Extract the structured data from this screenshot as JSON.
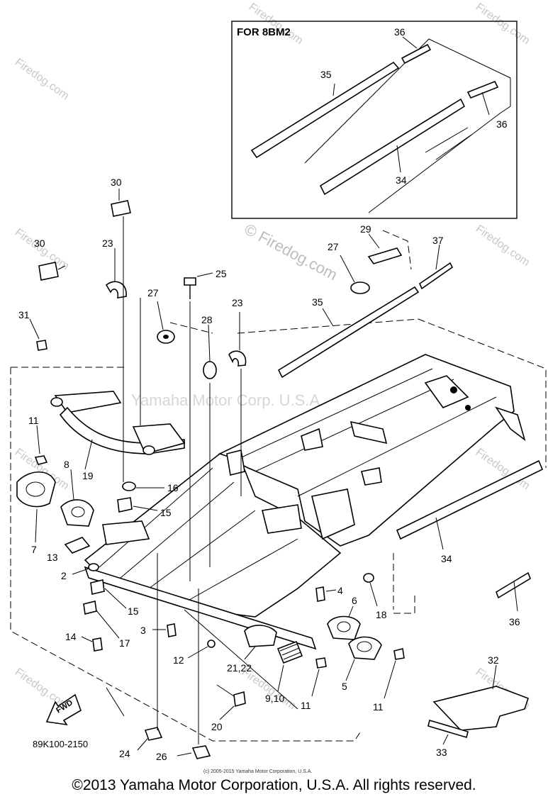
{
  "inset": {
    "title": "FOR 8BM2"
  },
  "callouts": [
    {
      "id": "c36a",
      "label": "36"
    },
    {
      "id": "c35a",
      "label": "35"
    },
    {
      "id": "c36b",
      "label": "36"
    },
    {
      "id": "c34a",
      "label": "34"
    },
    {
      "id": "c30a",
      "label": "30"
    },
    {
      "id": "c30b",
      "label": "30"
    },
    {
      "id": "c23a",
      "label": "23"
    },
    {
      "id": "c25",
      "label": "25"
    },
    {
      "id": "c27a",
      "label": "27"
    },
    {
      "id": "c29",
      "label": "29"
    },
    {
      "id": "c27b",
      "label": "27"
    },
    {
      "id": "c37",
      "label": "37"
    },
    {
      "id": "c35b",
      "label": "35"
    },
    {
      "id": "c31",
      "label": "31"
    },
    {
      "id": "c28",
      "label": "28"
    },
    {
      "id": "c23b",
      "label": "23"
    },
    {
      "id": "c11a",
      "label": "11"
    },
    {
      "id": "c8",
      "label": "8"
    },
    {
      "id": "c19",
      "label": "19"
    },
    {
      "id": "c16",
      "label": "16"
    },
    {
      "id": "c15a",
      "label": "15"
    },
    {
      "id": "c7",
      "label": "7"
    },
    {
      "id": "c13",
      "label": "13"
    },
    {
      "id": "c2",
      "label": "2"
    },
    {
      "id": "c15b",
      "label": "15"
    },
    {
      "id": "c17",
      "label": "17"
    },
    {
      "id": "c14",
      "label": "14"
    },
    {
      "id": "c3",
      "label": "3"
    },
    {
      "id": "c12",
      "label": "12"
    },
    {
      "id": "c4",
      "label": "4"
    },
    {
      "id": "c6",
      "label": "6"
    },
    {
      "id": "c18",
      "label": "18"
    },
    {
      "id": "c34b",
      "label": "34"
    },
    {
      "id": "c36c",
      "label": "36"
    },
    {
      "id": "c2122",
      "label": "21,22"
    },
    {
      "id": "c910",
      "label": "9,10"
    },
    {
      "id": "c5",
      "label": "5"
    },
    {
      "id": "c11b",
      "label": "11"
    },
    {
      "id": "c11c",
      "label": "11"
    },
    {
      "id": "c32",
      "label": "32"
    },
    {
      "id": "c20",
      "label": "20"
    },
    {
      "id": "c33",
      "label": "33"
    },
    {
      "id": "c24",
      "label": "24"
    },
    {
      "id": "c26",
      "label": "26"
    }
  ],
  "fwd_label": "FWD",
  "diagram_number": "89K100-2150",
  "watermarks": {
    "firedog": "Firedog.com",
    "firedog_big": "© Firedog.com",
    "corp": "Yamaha Motor Corp. U.S.A."
  },
  "small_copyright": "(c) 2005-2015 Yamaha Motor Corporation, U.S.A.",
  "footer": "©2013 Yamaha Motor Corporation, U.S.A. All rights reserved."
}
